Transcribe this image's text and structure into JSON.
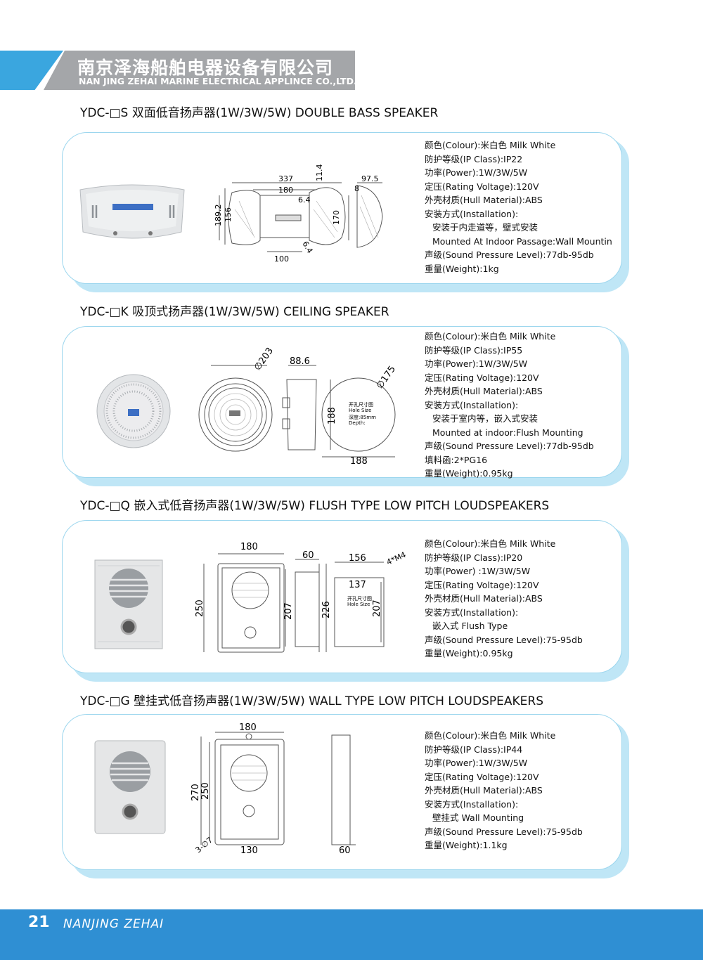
{
  "header": {
    "company_cn": "南京泽海船舶电器设备有限公司",
    "company_en": "NAN JING ZEHAI MARINE ELECTRICAL APPLINCE CO.,LTD."
  },
  "products": [
    {
      "title": "YDC-□S 双面低音扬声器(1W/3W/5W) DOUBLE BASS SPEAKER",
      "specs": [
        "颜色(Colour):米白色 Milk White",
        "防护等级(IP Class):IP22",
        "功率(Power):1W/3W/5W",
        "定压(Rating Voltage):120V",
        "外壳材质(Hull Material):ABS",
        "安装方式(Installation):",
        "安装于内走道等，壁式安装",
        "Mounted At Indoor Passage:Wall Mountin",
        "声级(Sound Pressure Level):77db-95db",
        "重量(Weight):1kg"
      ],
      "dims": {
        "w": "337",
        "inner": "180",
        "h": "189.2",
        "h2": "156",
        "t": "11.4",
        "d": "6.4",
        "h3": "170",
        "base": "100",
        "d2": "6.4",
        "depth": "97.5",
        "lip": "8"
      }
    },
    {
      "title": "YDC-□K 吸顶式扬声器(1W/3W/5W) CEILING SPEAKER",
      "specs": [
        "颜色(Colour):米白色 Milk White",
        "防护等级(IP Class):IP55",
        "功率(Power):1W/3W/5W",
        "定压(Rating Voltage):120V",
        "外壳材质(Hull Material):ABS",
        "安装方式(Installation):",
        "安装于室内等，嵌入式安装",
        "Mounted at indoor:Flush Mounting",
        "声级(Sound Pressure Level):77db-95db",
        "填料函:2*PG16",
        "重量(Weight):0.95kg"
      ],
      "dims": {
        "dia": "∅203",
        "depth": "88.6",
        "hole": "∅175",
        "hw": "188",
        "hh": "188",
        "note1": "开孔尺寸图",
        "note2": "Hole Size",
        "note3": "深度:85mm",
        "note4": "Depth:"
      }
    },
    {
      "title": "YDC-□Q 嵌入式低音扬声器(1W/3W/5W) FLUSH TYPE LOW PITCH LOUDSPEAKERS",
      "specs": [
        "颜色(Colour):米白色 Milk White",
        "防护等级(IP Class):IP20",
        "功率(Power) :1W/3W/5W",
        "定压(Rating Voltage):120V",
        "外壳材质(Hull Material):ABS",
        "安装方式(Installation):",
        "嵌入式 Flush Type",
        "声级(Sound Pressure Level):75-95db",
        "重量(Weight):0.95kg"
      ],
      "dims": {
        "w": "180",
        "h": "250",
        "h2": "207",
        "depth": "60",
        "h3": "226",
        "hw": "156",
        "screw": "4*M4",
        "hw2": "137",
        "hh": "207",
        "note1": "开孔尺寸图",
        "note2": "Hole Size"
      }
    },
    {
      "title": "YDC-□G 壁挂式低音扬声器(1W/3W/5W) WALL TYPE LOW PITCH LOUDSPEAKERS",
      "specs": [
        "颜色(Colour):米白色 Milk White",
        "防护等级(IP Class):IP44",
        "功率(Power):1W/3W/5W",
        "定压(Rating Voltage):120V",
        "外壳材质(Hull Material):ABS",
        "安装方式(Installation):",
        "壁挂式 Wall Mounting",
        "声级(Sound Pressure Level):75-95db",
        "重量(Weight):1.1kg"
      ],
      "dims": {
        "w": "180",
        "h1": "270",
        "h2": "250",
        "hole": "3-∅7",
        "base": "130",
        "depth": "60"
      }
    }
  ],
  "footer": {
    "page": "21",
    "brand": "NANJING ZEHAI"
  },
  "colors": {
    "accent": "#3aa6df",
    "footer": "#2f8fd3",
    "card_border": "#9cd6ee"
  }
}
